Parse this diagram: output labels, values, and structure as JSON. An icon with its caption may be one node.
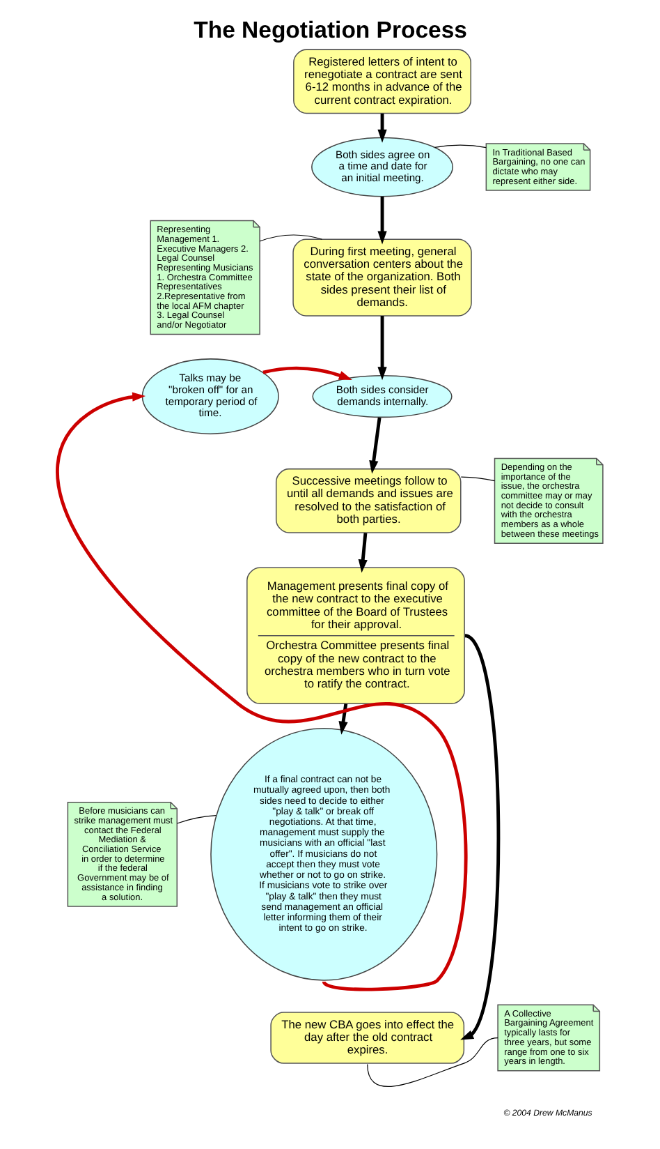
{
  "diagram": {
    "title": "The Negotiation Process",
    "nodes": [
      {
        "text": [
          "Registered letters of intent to renegotiate a contract are sent 6-12 months in advance of the current contract expiration."
        ]
      },
      {
        "text": [
          "Representing Management 1. Executive Managers 2. Legal Counsel Representing Musicians 1. Orchestra Committee Representatives 2.Representative from the local AFM chapter 3. Legal Counsel and/or Negotiator"
        ]
      },
      {
        "text": [
          "Both sides agree on a time and date for an initial meeting."
        ]
      },
      {
        "text": [
          "In Traditional Based Bargaining, no one can dictate who may represent either side."
        ]
      },
      {
        "text": [
          "During first meeting, general conversation centers about the state of the organization. Both sides present their list of demands."
        ]
      },
      {
        "text": [
          "Talks may be \"broken off\" for an temporary period of time."
        ]
      },
      {
        "text": [
          "Both sides consider demands internally."
        ]
      },
      {
        "text": [
          "Successive meetings follow to until all demands and issues are resolved to the satisfaction of both parties."
        ]
      },
      {
        "text": [
          "Depending on the importance of the issue, the orchestra committee may or may not decide to consult with the orchestra members as a whole between these meetings"
        ]
      },
      {
        "text": [
          "Management presents final copy of the new contract to the executive committee of the Board of Trustees for their approval.",
          "Orchestra Committee presents final copy of the new contract to the orchestra members who in turn vote to ratify the contract."
        ]
      },
      {
        "text": [
          "Before musicians can strike management must contact the Federal Mediation & Conciliation Service in order to determine if the federal Government may be of assistance in finding a solution."
        ]
      },
      {
        "text": [
          "If a final contract can not be mutually agreed upon, then both sides need to decide to either \"play & talk\" or break off negotiations. At that time, management must supply the musicians with an official \"last offer\". If musicians do not accept then they must vote whether or not to go on strike. If musicians vote to strike over \"play & talk\" then they must send management an official letter informing them of their intent to go on strike."
        ]
      },
      {
        "text": [
          "A Collective Bargaining Agreement typically lasts for three years, but some range from one to six years in length."
        ]
      },
      {
        "text": [
          "The new CBA goes into effect the day after the old contract expires."
        ]
      }
    ],
    "edges": [
      {
        "from": 0,
        "to": 2,
        "arrow": "to"
      },
      {
        "from": 1,
        "to": 4,
        "arrow": "none"
      },
      {
        "from": 3,
        "to": 2,
        "arrow": "none"
      },
      {
        "from": 2,
        "to": 4,
        "arrow": "to"
      },
      {
        "from": 4,
        "to": 6,
        "arrow": "to"
      },
      {
        "from": 5,
        "to": 6,
        "arrow": "to",
        "color": "#cc0000"
      },
      {
        "from": 6,
        "to": 7,
        "arrow": "to"
      },
      {
        "from": 8,
        "to": 7,
        "arrow": "none"
      },
      {
        "from": 7,
        "to": 9,
        "arrow": "to"
      },
      {
        "from": 9,
        "to": 11,
        "arrow": "to"
      },
      {
        "from": 9,
        "to": 13,
        "arrow": "to"
      },
      {
        "from": 10,
        "to": 11,
        "arrow": "none"
      },
      {
        "from": 11,
        "to": 5,
        "arrow": "to",
        "color": "#cc0000"
      },
      {
        "from": 12,
        "to": 13,
        "arrow": "none"
      }
    ],
    "labels": [
      "© 2004 Drew McManus"
    ]
  }
}
